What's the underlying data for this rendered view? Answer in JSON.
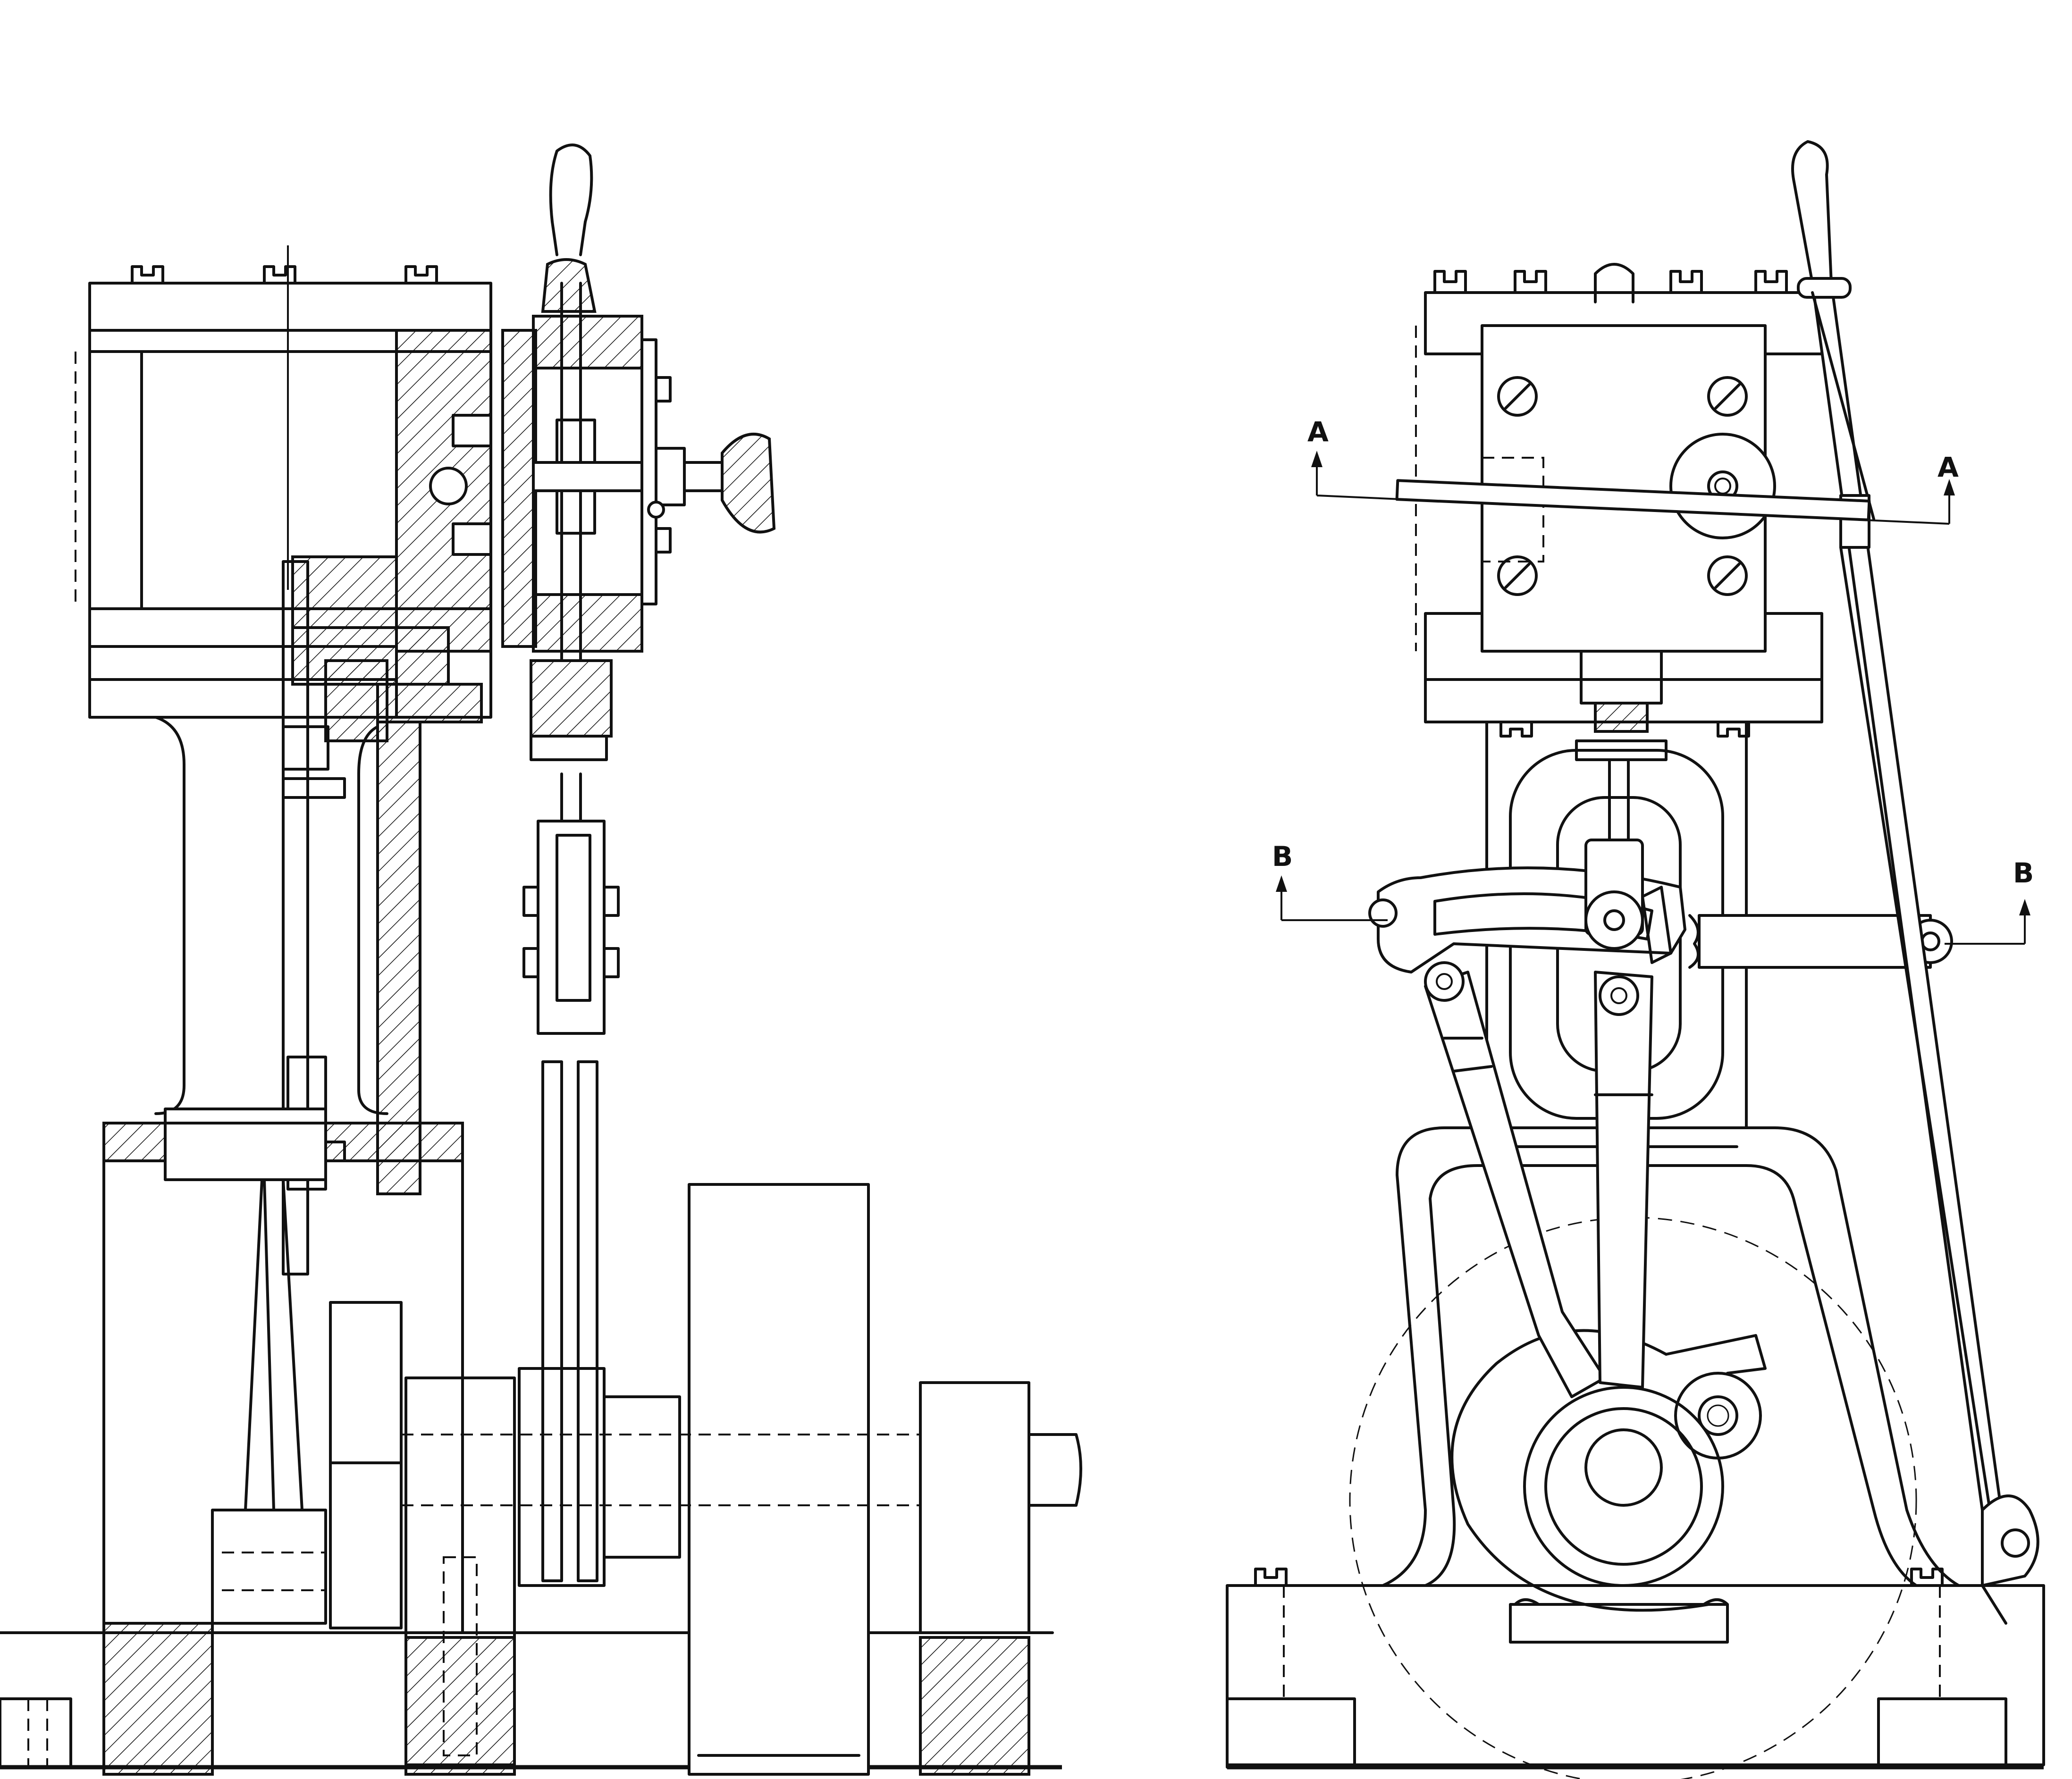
{
  "section_markers": {
    "a_left": "A",
    "a_right": "A",
    "b_left": "B",
    "b_right": "B"
  },
  "views": {
    "left": "sectional-side-elevation",
    "right": "end-elevation"
  },
  "colors": {
    "ink": "#111111",
    "paper": "#ffffff"
  }
}
